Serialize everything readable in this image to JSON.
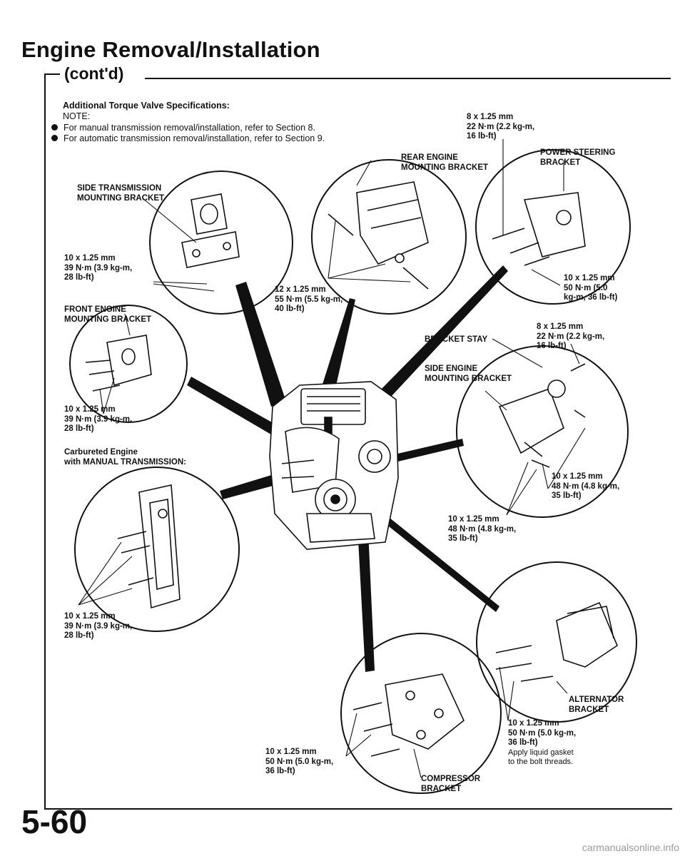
{
  "page": {
    "title": "Engine Removal/Installation",
    "subtitle": "(cont'd)",
    "intro_heading": "Additional Torque Valve Specifications:",
    "note_label": "NOTE:",
    "bullets": [
      "For manual transmission removal/installation, refer to Section 8.",
      "For automatic transmission removal/installation, refer to Section 9."
    ],
    "page_number": "5-60",
    "watermark": "carmanualsonline.info"
  },
  "callouts": {
    "side_trans_bracket": "SIDE TRANSMISSION\nMOUNTING BRACKET",
    "side_trans_spec": "10 x 1.25 mm\n39 N·m (3.9 kg-m,\n28 lb-ft)",
    "front_engine_bracket": "FRONT ENGINE\nMOUNTING BRACKET",
    "front_engine_spec": "10 x 1.25 mm\n39 N·m (3.9 kg-m,\n28 lb-ft)",
    "carb_title": "Carbureted Engine\nwith MANUAL TRANSMISSION:",
    "carb_spec": "10 x 1.25 mm\n39 N·m (3.9 kg-m,\n28 lb-ft)",
    "rear_engine_bracket": "REAR ENGINE\nMOUNTING BRACKET",
    "rear_engine_spec": "12 x 1.25 mm\n55 N·m (5.5 kg-m,\n40 lb-ft)",
    "top_spec": "8 x 1.25 mm\n22 N·m (2.2 kg-m,\n16 lb-ft)",
    "power_steering_bracket": "POWER STEERING\nBRACKET",
    "power_steering_spec": "10 x 1.25 mm\n50 N·m (5.0\nkg-m, 36 lb-ft)",
    "bracket_stay": "BRACKET STAY",
    "bracket_stay_spec": "8 x 1.25 mm\n22 N·m (2.2 kg-m,\n16 lb-ft)",
    "side_engine_bracket": "SIDE ENGINE\nMOUNTING BRACKET",
    "side_engine_spec_right": "10 x 1.25 mm\n48 N·m (4.8 kg-m,\n35 lb-ft)",
    "side_engine_spec_center": "10 x 1.25 mm\n48 N·m (4.8 kg-m,\n35 lb-ft)",
    "alternator_bracket": "ALTERNATOR\nBRACKET",
    "alternator_spec": "10 x 1.25 mm\n50 N·m (5.0 kg-m,\n36 lb-ft)",
    "gasket_note": "Apply liquid gasket\nto the bolt threads.",
    "compressor_spec": "10 x 1.25 mm\n50 N·m (5.0 kg-m,\n36 lb-ft)",
    "compressor_bracket": "COMPRESSOR\nBRACKET"
  }
}
